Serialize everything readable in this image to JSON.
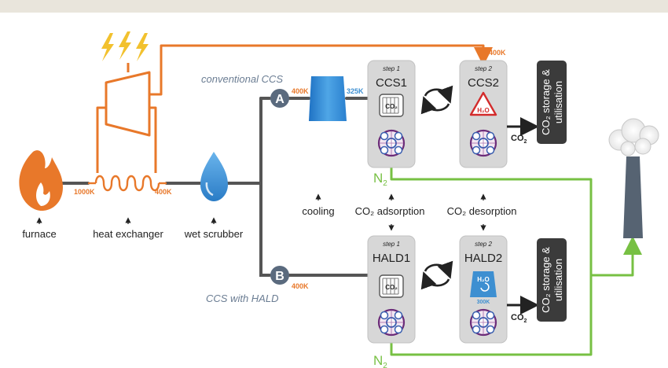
{
  "header": {
    "band_color": "#e9e5dc"
  },
  "colors": {
    "orange": "#e8782a",
    "green": "#77c043",
    "blue": "#3d8fd1",
    "gray_line": "#555555",
    "column_fill": "#d7d7d7",
    "storage_fill": "#3b3b3b",
    "red": "#d32b2b",
    "lightning": "#f2c12e"
  },
  "labels": {
    "conventional": "conventional CCS",
    "hald": "CCS with HALD",
    "route_a": "A",
    "route_b": "B",
    "furnace": "furnace",
    "heat_exchanger": "heat exchanger",
    "wet_scrubber": "wet scrubber",
    "cooling": "cooling",
    "co2_adsorption": "CO₂ adsorption",
    "co2_desorption": "CO₂ desorption",
    "n2": "N",
    "n2_sub": "2",
    "co2_out": "CO",
    "co2_out_sub": "2"
  },
  "temps": {
    "hx_in": "1000K",
    "hx_out": "400K",
    "a_in": "400K",
    "a_out": "325K",
    "top_return": "400K",
    "b_in": "400K",
    "hald2_temp": "300K"
  },
  "columns": {
    "ccs1": {
      "step": "step 1",
      "name": "CCS1",
      "icon_text": "CO₂"
    },
    "ccs2": {
      "step": "step 2",
      "name": "CCS2",
      "icon_text": "H₂O"
    },
    "hald1": {
      "step": "step 1",
      "name": "HALD1",
      "icon_text": "CO₂"
    },
    "hald2": {
      "step": "step 2",
      "name": "HALD2",
      "icon_text": "H₂O"
    }
  },
  "storage": {
    "line1": "CO₂ storage &",
    "line2": "utilisation"
  }
}
